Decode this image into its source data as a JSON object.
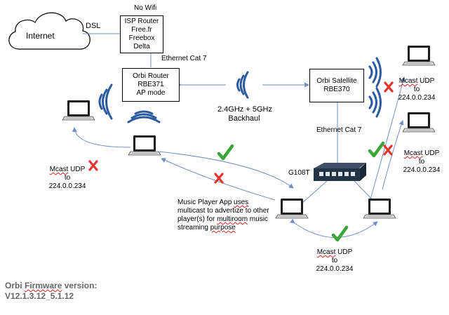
{
  "cloud": {
    "label": "Internet"
  },
  "links": {
    "dsl": "DSL",
    "no_wifi": "No Wifi",
    "eth_router": "Ethernet Cat 7",
    "eth_satellite": "Ethernet Cat 7",
    "backhaul_line1": "2.4GHz + 5GHz",
    "backhaul_line2": "Backhaul"
  },
  "isp_router": {
    "lines": [
      "ISP Router",
      "Free.fr",
      "Freebox",
      "Delta"
    ]
  },
  "orbi_router": {
    "lines": [
      "Orbi Router",
      "RBE371",
      "AP mode"
    ]
  },
  "orbi_satellite": {
    "lines": [
      "Orbi Satellite",
      "RBE370"
    ]
  },
  "switch": {
    "label": "G108T"
  },
  "mcast_left": {
    "line1": "Mcast",
    "line1b": "UDP",
    "line2": "to",
    "line3": "224.0.0.234"
  },
  "mcast_top_right": {
    "line1": "Mcast",
    "line1b": "UDP",
    "line2": "to",
    "line3": "224.0.0.234"
  },
  "mcast_mid_right": {
    "line1": "Mcast",
    "line1b": "UDP",
    "line2": "to",
    "line3": "224.0.0.234"
  },
  "mcast_bottom": {
    "line1": "Mcast",
    "line1b": "UDP",
    "line2": "to",
    "line3": "224.0.0.234"
  },
  "app_note": {
    "line1a": "Music Player App ",
    "line1b": "uses",
    "line2": "multicast to advertize to other",
    "line3a": "player(s) for ",
    "line3b": "multiroom",
    "line3c": " music",
    "line4a": "streaming ",
    "line4b": "purpose"
  },
  "firmware": {
    "line1a": "Orbi ",
    "line1b": "Firmware",
    "line1c": " version:",
    "line2": "V12.1.3.12_5.1.12"
  },
  "colors": {
    "link_line": "#6f8fc9",
    "wifi_wave": "#2a5aa0",
    "success_check": "#3aa635",
    "blocked_x": "#e0352b",
    "firmware_text": "#666666"
  },
  "icons": [
    "cloud-icon",
    "laptop-icon",
    "wifi-signal-icon",
    "network-switch-icon",
    "check-icon",
    "cross-icon"
  ]
}
